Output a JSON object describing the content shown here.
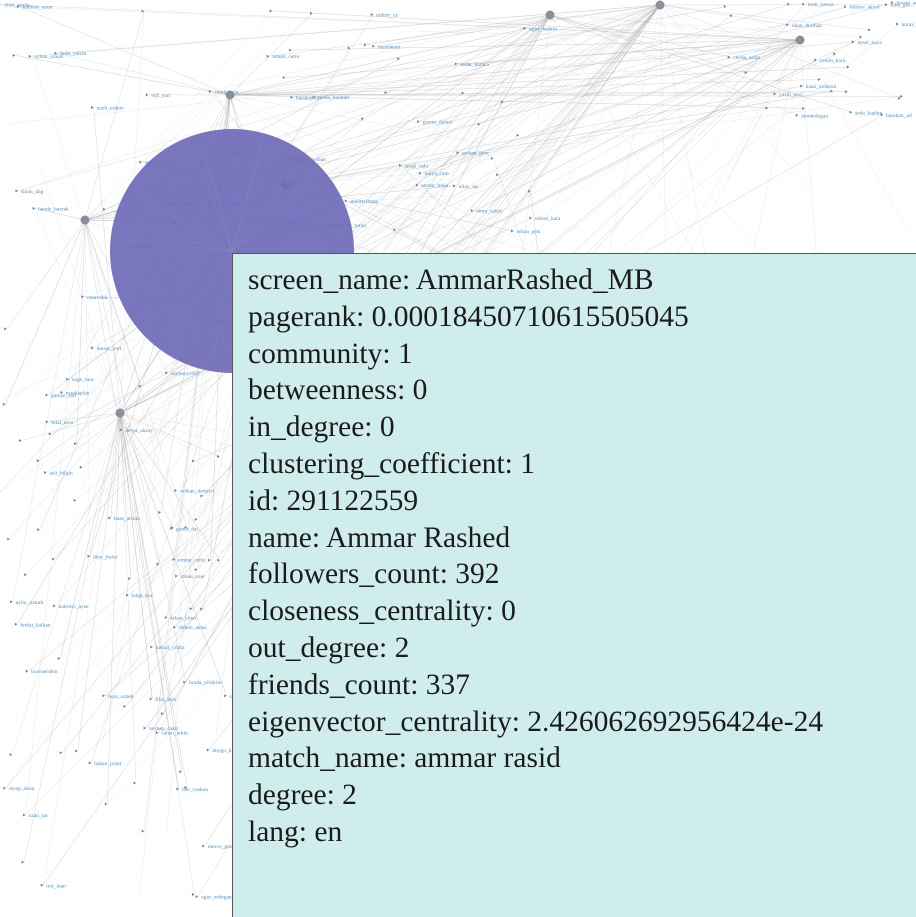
{
  "graph": {
    "edge_color": "#aaaaaa",
    "label_color": "#4a8fd0",
    "selected_node_color": "#6e6ab8",
    "node_color": "#8e8e9a",
    "labels": [
      "mehmedemirbas",
      "soykaya1967",
      "guner_dal",
      "serkan_genc",
      "kahveci_ayse",
      "fethiye_akyol",
      "ahmetdogan",
      "burcuerdem",
      "cansu_tekin",
      "ozlem_kara",
      "muratyilmaz",
      "hande_bayrak",
      "tuncay_turan",
      "emre_sahin",
      "esrakaplan",
      "mertdemir",
      "aylin_ozturk",
      "kemal_yildiz",
      "basakaydin",
      "onurcelik",
      "derya_aksoy",
      "ahmet_kilic",
      "zeynep_cakir",
      "sevgi_uslu",
      "hakan_polat",
      "gulsen_ates",
      "ilker_bulut",
      "ozan_tas",
      "nazli_erdem",
      "berk_simsek",
      "ceyda_aslan",
      "baris_kurt",
      "merve_gunes",
      "emine_cetin",
      "fatih_yalcin",
      "selin_korkmaz",
      "kaan_ozdemir",
      "ebru_sen",
      "oguz_keskin",
      "pinar_dogru",
      "levent_acar",
      "nur_inan",
      "sedat_karaca",
      "gamze_sari",
      "volkan_demirci",
      "irem_yavuz",
      "cemil_ucar",
      "tuba_gul",
      "ugur_erdogan",
      "didem_aktas",
      "erkan_cinar",
      "melis_bozkurt",
      "tolga_koc",
      "aysel_kaya",
      "okan_durmaz",
      "sibel_oral",
      "batuhan_ari",
      "elif_yurt",
      "serdar_tekin",
      "buse_arslan",
      "emrah_coban",
      "gizem_ekinci",
      "yasin_avci",
      "ozge_tunc",
      "halil_sonmez",
      "esra_turk",
      "cihan_ozer",
      "duygu_kilinc",
      "recep_altun",
      "seda_kaplan",
      "ayhan_ozkan",
      "meltem_uzun",
      "koray_ayhan",
      "asli_bilgin",
      "bora_ozbek",
      "nilay_tas",
      "erdem_oz",
      "funda_yildirim",
      "taner_kurt",
      "hilal_eren",
      "sinan_dag",
      "yesim_kara",
      "ferhat_kalkan",
      "dilek_soylu",
      "ismail_cetin",
      "lale_coskun",
      "orhan_gok",
      "filiz_akin",
      "mesut_yurt",
      "hulya_cam"
    ]
  },
  "tooltip": {
    "lines": [
      "screen_name: AmmarRashed_MB",
      "pagerank: 0.00018450710615505045",
      "community: 1",
      "betweenness: 0",
      "in_degree: 0",
      "clustering_coefficient: 1",
      "id: 291122559",
      "name: Ammar Rashed",
      "followers_count: 392",
      "closeness_centrality: 0",
      "out_degree: 2",
      "friends_count: 337",
      "eigenvector_centrality: 2.426062692956424e-24",
      "match_name: ammar rasid",
      "degree: 2",
      "lang: en"
    ]
  }
}
